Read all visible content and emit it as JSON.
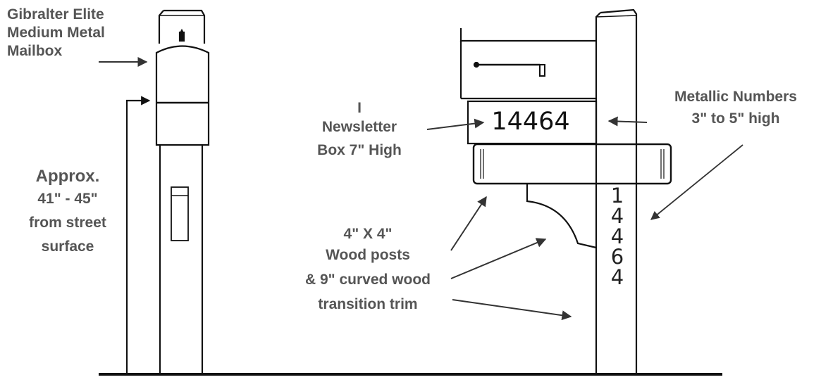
{
  "labels": {
    "mailbox": [
      "Gibralter Elite",
      "Medium Metal",
      "Mailbox"
    ],
    "height": [
      "Approx.",
      "41\" - 45\"",
      "from street",
      "surface"
    ],
    "newsletter": [
      "I",
      "Newsletter",
      "Box 7\" High"
    ],
    "metallic": [
      "Metallic Numbers",
      "3\" to 5\" high"
    ],
    "wood": [
      "4\" X 4\"",
      "Wood posts",
      "& 9\" curved wood",
      "transition trim"
    ]
  },
  "box_number": "14464",
  "post_digits": [
    "1",
    "4",
    "4",
    "6",
    "4"
  ],
  "colors": {
    "label_text": "#555555",
    "line": "#111111",
    "arrow": "#333333",
    "background": "#ffffff"
  }
}
